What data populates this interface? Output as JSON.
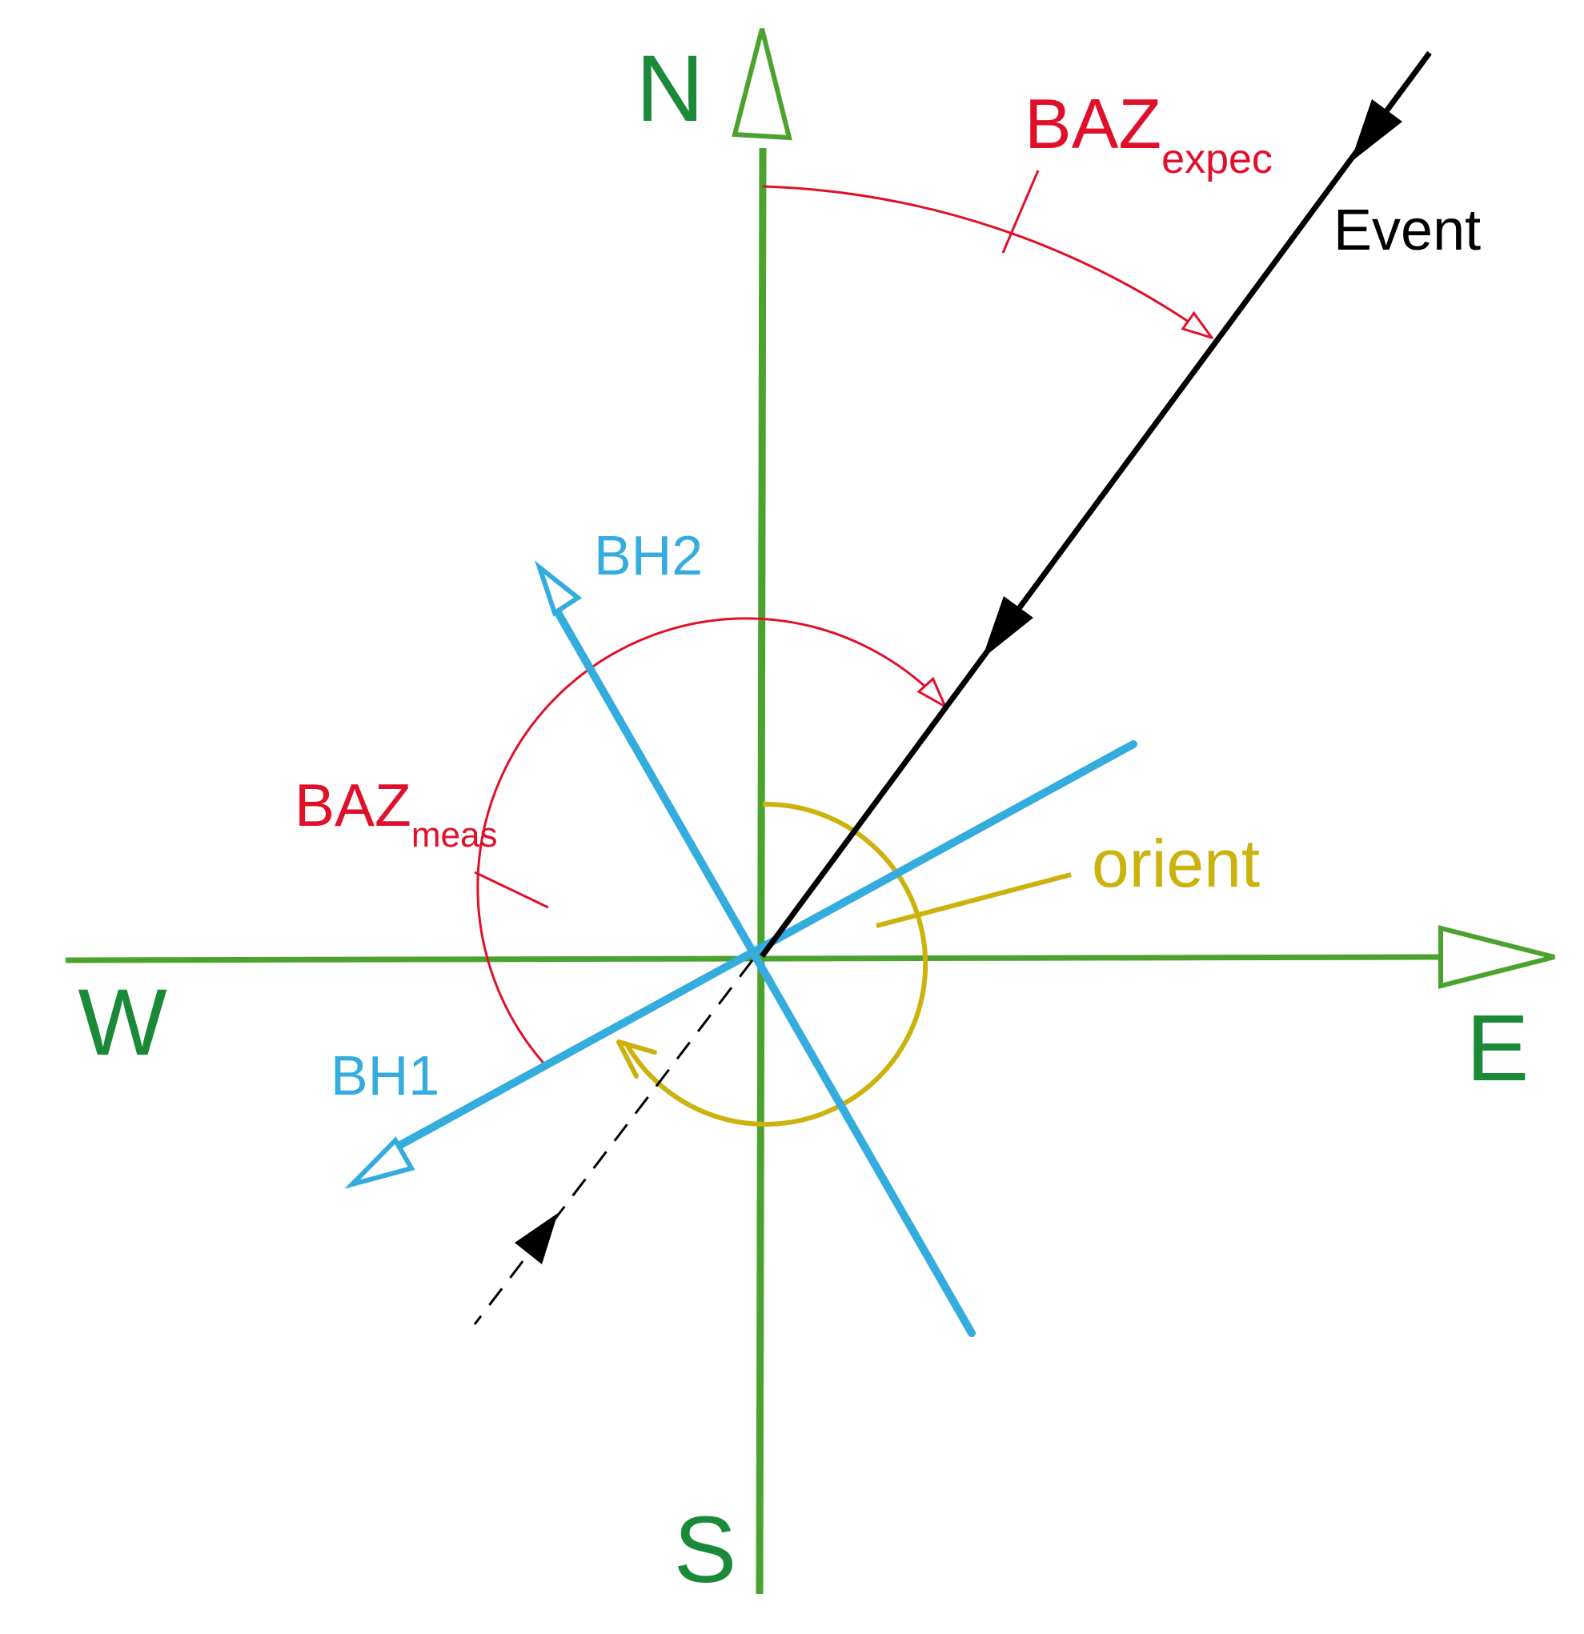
{
  "colors": {
    "axis": "#4ca22f",
    "axis_label": "#1a8a38",
    "baz": "#e0102b",
    "component": "#34acde",
    "orient": "#cbb20c",
    "event": "#000000",
    "background": "#ffffff"
  },
  "compass": {
    "north_label": "N",
    "south_label": "S",
    "east_label": "E",
    "west_label": "W"
  },
  "baz_expected": {
    "main": "BAZ",
    "sub": "expec"
  },
  "baz_measured": {
    "main": "BAZ",
    "sub": "meas"
  },
  "event": {
    "label": "Event"
  },
  "components": {
    "bh1_label": "BH1",
    "bh2_label": "BH2"
  },
  "orient": {
    "label": "orient"
  }
}
